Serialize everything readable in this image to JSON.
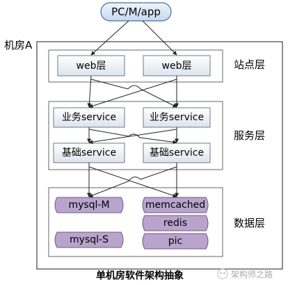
{
  "diagram": {
    "client_label": "PC/M/app",
    "room_label": "机房A",
    "layers": {
      "site": "站点层",
      "service": "服务层",
      "data": "数据层"
    },
    "web_nodes": [
      "web层",
      "web层"
    ],
    "business_nodes": [
      "业务service",
      "业务service"
    ],
    "base_nodes": [
      "基础service",
      "基础service"
    ],
    "db_nodes": {
      "mysql_master": "mysql-M",
      "mysql_slave": "mysql-S",
      "cache": "memcached",
      "redis": "redis",
      "pic": "pic"
    },
    "caption": "单机房软件架构抽象",
    "watermark": "架构师之路"
  },
  "colors": {
    "node_fill_top": "#ffffff",
    "node_fill_bottom": "#dde4ee",
    "node_border": "#6a7a8c",
    "client_fill": "#cfe0f4",
    "client_border": "#4a6e9a",
    "db_fill": "#b8a4cc",
    "db_border": "#6f5a86",
    "line": "#222222"
  }
}
